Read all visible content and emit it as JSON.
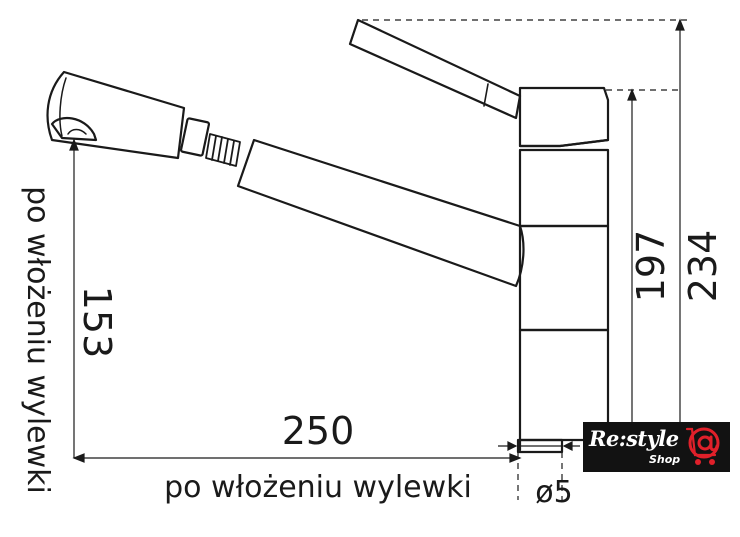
{
  "dimensions": {
    "spout_reach": "250",
    "spout_reach_note": "po włożeniu wylewki",
    "spout_height": "153",
    "spout_height_note": "po włożeniu wylewki",
    "body_height": "197",
    "total_height": "234",
    "pipe_diameter": "ø5"
  },
  "logo": {
    "brand": "Re:style",
    "sub": "Shop",
    "icon": "cart-at-icon",
    "accent": "#e0202a"
  },
  "colors": {
    "line": "#1a1a1a",
    "background": "#ffffff"
  }
}
